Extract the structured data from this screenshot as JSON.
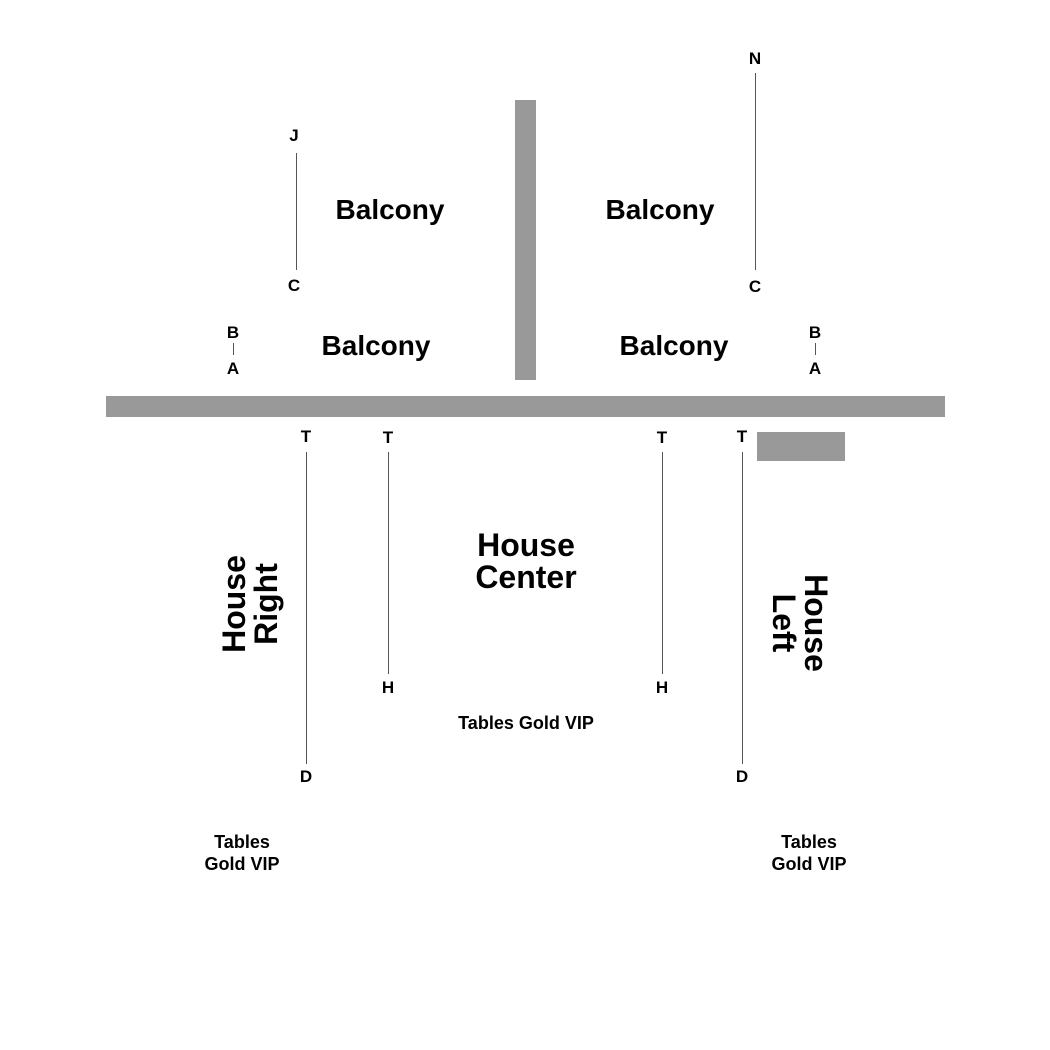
{
  "balcony": {
    "upper_left": "Balcony",
    "upper_right": "Balcony",
    "lower_left": "Balcony",
    "lower_right": "Balcony",
    "rows": {
      "left_upper_start": "J",
      "left_upper_end": "C",
      "left_lower_start": "B",
      "left_lower_end": "A",
      "right_upper_start": "N",
      "right_upper_end": "C",
      "right_lower_start": "B",
      "right_lower_end": "A"
    }
  },
  "house": {
    "right": {
      "line1": "House",
      "line2": "Right"
    },
    "center": {
      "line1": "House",
      "line2": "Center"
    },
    "left": {
      "line1": "House",
      "line2": "Left"
    },
    "rows": {
      "right_outer_start": "T",
      "right_outer_end": "D",
      "center_left_start": "T",
      "center_left_end": "H",
      "center_right_start": "T",
      "center_right_end": "H",
      "left_outer_start": "T",
      "left_outer_end": "D"
    }
  },
  "tables": {
    "center": "Tables Gold VIP",
    "right": {
      "line1": "Tables",
      "line2": "Gold VIP"
    },
    "left": {
      "line1": "Tables",
      "line2": "Gold VIP"
    }
  },
  "colors": {
    "structure": "#999999",
    "row_line": "#555555",
    "text": "#000000"
  }
}
